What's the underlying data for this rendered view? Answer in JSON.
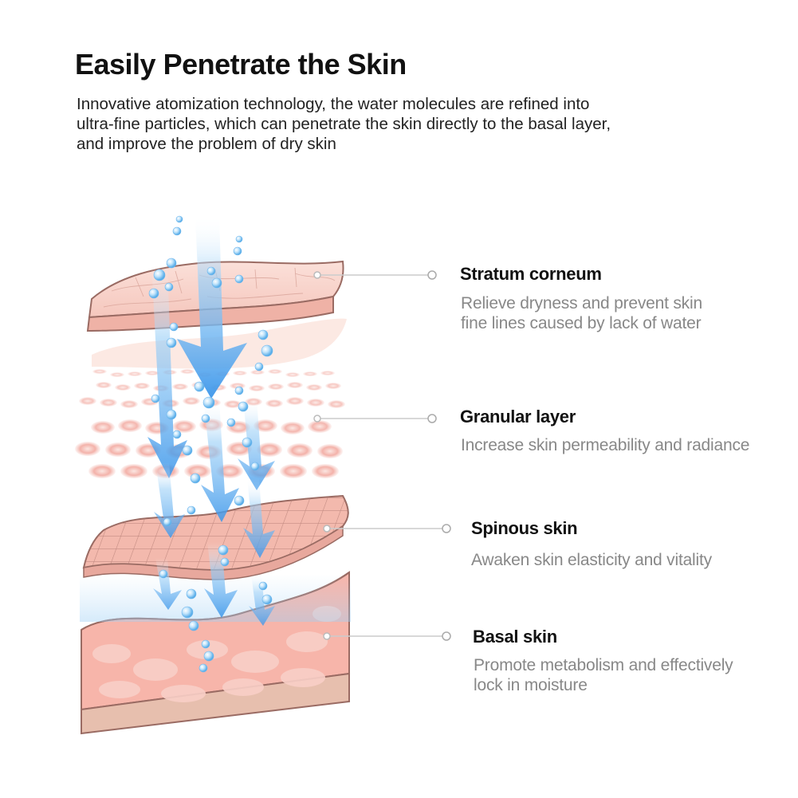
{
  "header": {
    "title": "Easily Penetrate the Skin",
    "intro_lines": [
      "Innovative atomization technology, the water molecules are refined into",
      "ultra-fine particles, which can penetrate the skin directly to the basal layer,",
      "and improve the problem of dry skin"
    ]
  },
  "layers": [
    {
      "name": "Stratum corneum",
      "desc_lines": [
        "Relieve dryness and prevent skin",
        "fine lines caused by lack of water"
      ]
    },
    {
      "name": "Granular layer",
      "desc_lines": [
        "Increase skin permeability and radiance"
      ]
    },
    {
      "name": "Spinous skin",
      "desc_lines": [
        "Awaken skin elasticity and vitality"
      ]
    },
    {
      "name": "Basal skin",
      "desc_lines": [
        "Promote metabolism and effectively",
        "lock in moisture"
      ]
    }
  ],
  "colors": {
    "skin_fill": "#f7c9c0",
    "skin_dark": "#e9a79c",
    "skin_outline": "#b07a72",
    "arrow_blue": "#4aa3ee",
    "leader_line": "#cccccc",
    "desc_text": "#888888"
  }
}
